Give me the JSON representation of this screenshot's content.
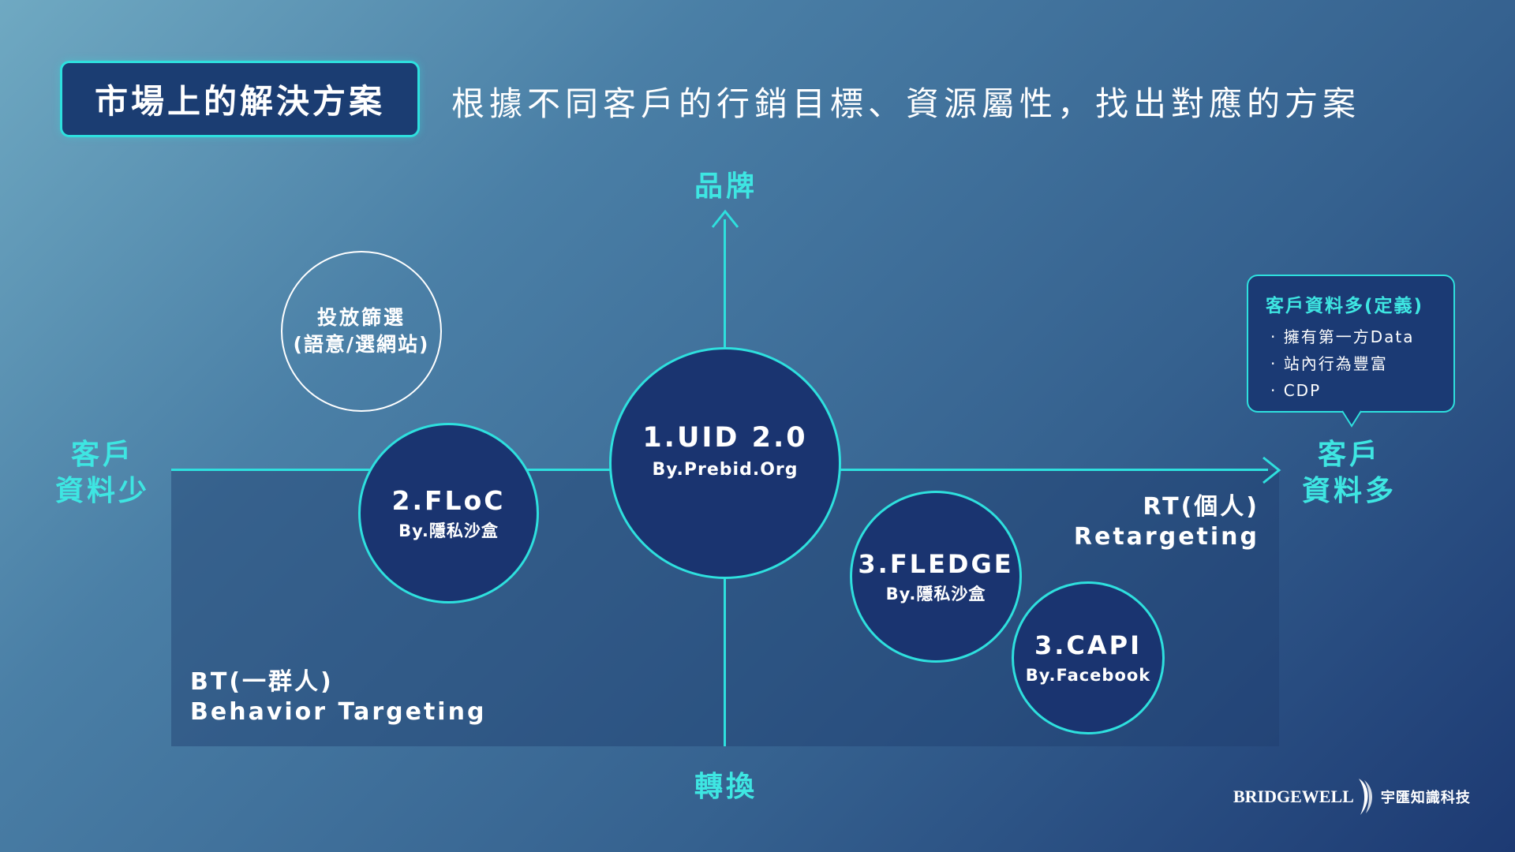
{
  "header": {
    "title": "市場上的解決方案",
    "subtitle": "根據不同客戶的行銷目標、資源屬性，找出對應的方案"
  },
  "axes": {
    "top": "品牌",
    "bottom": "轉換",
    "left": "客戶\n資料少",
    "right": "客戶\n資料多"
  },
  "quadrants": {
    "bottom_left": {
      "line1": "BT(一群人)",
      "line2": "Behavior Targeting"
    },
    "bottom_right": {
      "line1": "RT(個人)",
      "line2": "Retargeting"
    }
  },
  "circles": {
    "targeting": {
      "line1": "投放篩選",
      "line2": "(語意/選網站)"
    },
    "uid": {
      "title": "1.UID 2.0",
      "sub": "By.Prebid.Org"
    },
    "floc": {
      "title": "2.FLoC",
      "sub": "By.隱私沙盒"
    },
    "fledge": {
      "title": "3.FLEDGE",
      "sub": "By.隱私沙盒"
    },
    "capi": {
      "title": "3.CAPI",
      "sub": "By.Facebook"
    }
  },
  "callout": {
    "title": "客戶資料多(定義)",
    "items": [
      "· 擁有第一方Data",
      "· 站內行為豐富",
      "· CDP"
    ]
  },
  "logo": {
    "wordmark": "BRIDGEWELL",
    "chinese": "宇匯知識科技"
  },
  "colors": {
    "accent": "#2ee0de",
    "circle_fill": "#1a3470",
    "title_box": "#1b3d72"
  }
}
